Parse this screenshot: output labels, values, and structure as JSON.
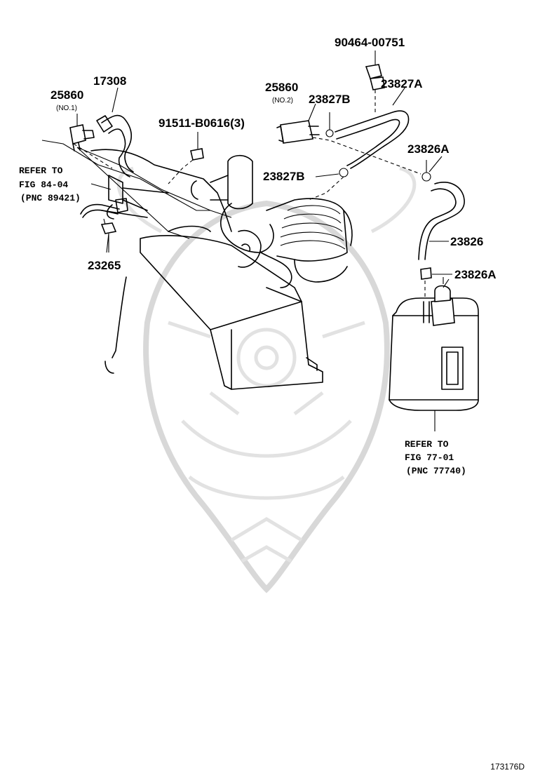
{
  "labels": {
    "p90464": "90464-00751",
    "p17308": "17308",
    "p25860a": "25860",
    "p25860a_sub": "(NO.1)",
    "p25860b": "25860",
    "p25860b_sub": "(NO.2)",
    "p23827a": "23827A",
    "p23827b_top": "23827B",
    "p23827b_mid": "23827B",
    "p91511": "91511-B0616(3)",
    "p23826a_top": "23826A",
    "p23826": "23826",
    "p23826a_bot": "23826A",
    "p23265": "23265"
  },
  "references": {
    "left": {
      "line1": "REFER TO",
      "line2": "FIG 84-04",
      "line3": "(PNC 89421)"
    },
    "right": {
      "line1": "REFER TO",
      "line2": "FIG 77-01",
      "line3": "(PNC 77740)"
    }
  },
  "figure_id": "173176D"
}
